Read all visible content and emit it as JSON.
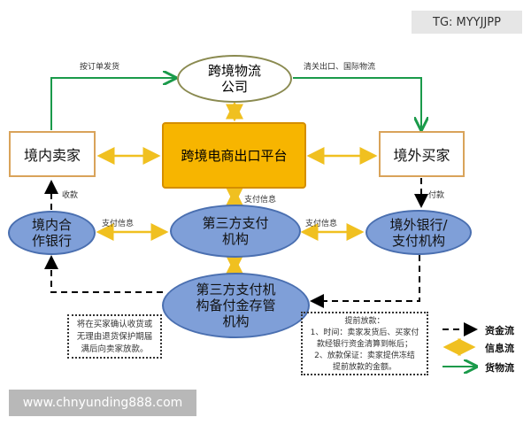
{
  "watermark_top": "TG: MYYJJPP",
  "watermark_bottom": "www.chnyunding888.com",
  "nodes": {
    "logistics": "跨境物流\n公司",
    "platform": "跨境电商出口平台",
    "seller": "境内卖家",
    "buyer": "境外买家",
    "domestic_bank": "境内合\n作银行",
    "third_party": "第三方支付\n机构",
    "foreign_bank": "境外银行/\n支付机构",
    "escrow": "第三方支付机\n构备付金存管\n机构"
  },
  "edge_labels": {
    "ship_by_order": "按订单发货",
    "customs": "清关出口、国际物流",
    "receive": "收款",
    "pay": "付款",
    "payinfo_center": "支付信息",
    "payinfo_left": "支付信息",
    "payinfo_right": "支付信息"
  },
  "notes": {
    "left": "将在买家确认收货或\n无理由退货保护期届\n满后向卖家放款。",
    "right": "提前放款：\n1、时间：卖家发货后、买家付\n款经银行资金清算到帐后；\n2、放款保证：卖家提供冻结\n提前放款的金额。"
  },
  "legend": [
    {
      "label": "资金流",
      "style": "dashed-black"
    },
    {
      "label": "信息流",
      "style": "double-yellow"
    },
    {
      "label": "货物流",
      "style": "green"
    }
  ],
  "colors": {
    "money": "#000000",
    "info": "#f0c020",
    "goods": "#1a9a4a",
    "platform": "#f7b500",
    "node_blue": "#7f9fd8"
  }
}
